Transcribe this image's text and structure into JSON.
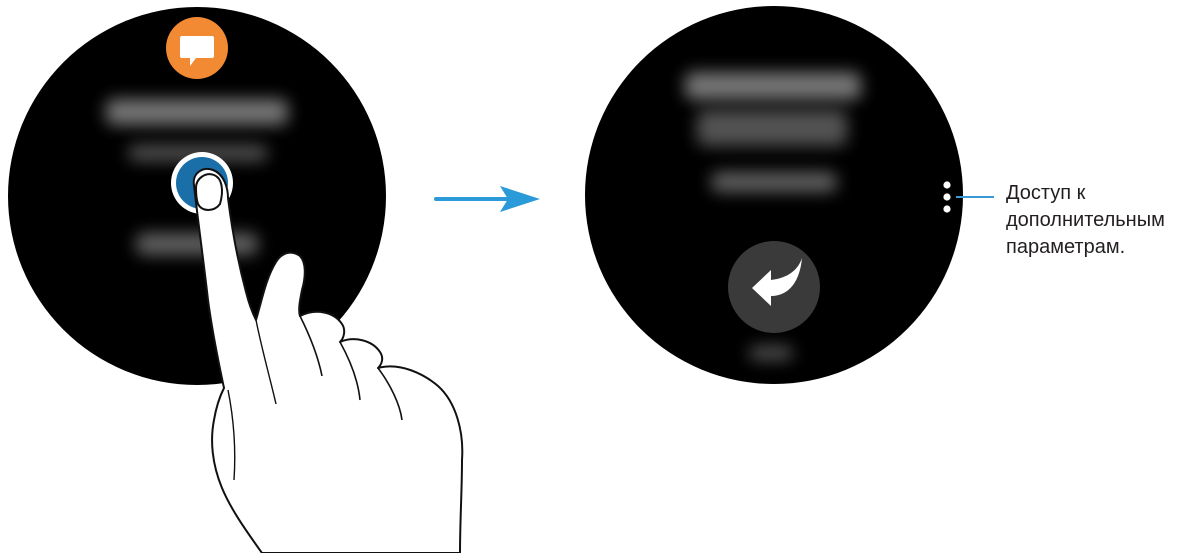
{
  "callout": {
    "lines": [
      "Доступ к",
      "дополнительным",
      "параметрам."
    ]
  },
  "colors": {
    "watch_face": "#000000",
    "notification_icon": "#f28a33",
    "touch_ring": "#1a6fa8",
    "arrow": "#2a9ad8",
    "reply_button": "#3a3a3a",
    "callout_line": "#3a9ad6"
  },
  "icons": {
    "notification": "speech-bubble-icon",
    "reply": "reply-arrow-icon",
    "more_options": "more-options-icon",
    "transition": "right-arrow-icon",
    "gesture": "tapping-hand-icon"
  }
}
